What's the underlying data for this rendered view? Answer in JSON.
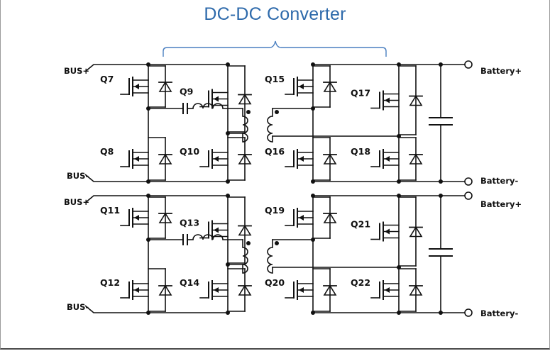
{
  "title": "DC-DC Converter",
  "labels": {
    "top": {
      "bus_pos": "BUS+",
      "bus_neg": "BUS-",
      "battery_pos": "Battery+",
      "battery_neg": "Battery-",
      "switches": [
        "Q7",
        "Q9",
        "Q15",
        "Q17",
        "Q8",
        "Q10",
        "Q16",
        "Q18"
      ]
    },
    "bottom": {
      "bus_pos": "BUS+",
      "bus_neg": "BUS-",
      "battery_pos": "Battery+",
      "battery_neg": "Battery-",
      "switches": [
        "Q11",
        "Q13",
        "Q19",
        "Q21",
        "Q12",
        "Q14",
        "Q20",
        "Q22"
      ]
    }
  },
  "colors": {
    "title": "#2e6aab",
    "brace": "#4a7fc0",
    "wire": "#111111"
  }
}
